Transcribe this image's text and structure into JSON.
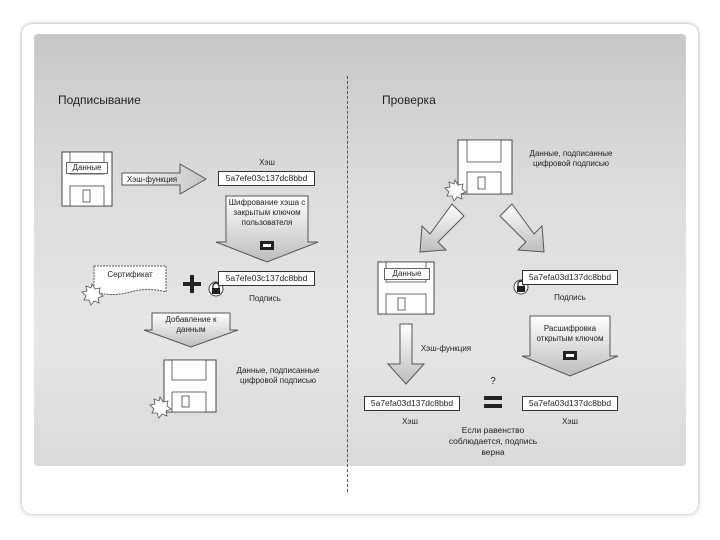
{
  "signing": {
    "title": "Подписывание",
    "data_label": "Данные",
    "hash_function_label": "Хэш-функция",
    "hash_label": "Хэш",
    "hash_value": "5a7efe03c137dc8bbd",
    "encrypt_label": "Шифрование хэша с закрытым ключом пользователя",
    "certificate_label": "Сертификат",
    "plus_symbol": "+",
    "signed_hash_value": "5a7efe03c137dc8bbd",
    "signature_label": "Подпись",
    "append_label": "Добавление к данным",
    "signed_data_label": "Данные, подписанные цифровой подписью"
  },
  "verification": {
    "title": "Проверка",
    "signed_data_label": "Данные, подписанные цифровой подписью",
    "data_label": "Данные",
    "signature_value": "5a7efa03d137dc8bbd",
    "signature_label": "Подпись",
    "hash_function_label": "Хэш-функция",
    "decrypt_label": "Расшифровка открытым ключом",
    "question_mark": "?",
    "hash_left_value": "5a7efa03d137dc8bbd",
    "hash_right_value": "5a7efa03d137dc8bbd",
    "equals_symbol": "=",
    "hash_left_label": "Хэш",
    "hash_right_label": "Хэш",
    "conclusion": "Если равенство соблюдается, подпись верна"
  }
}
